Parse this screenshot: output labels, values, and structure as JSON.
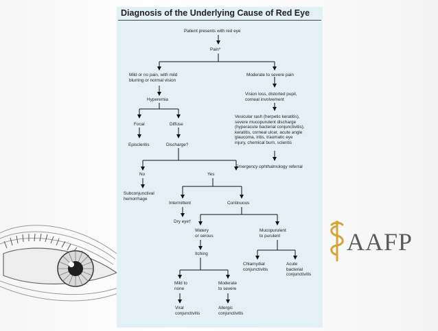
{
  "title": "Diagnosis of the Underlying Cause of Red Eye",
  "nodes": {
    "start": "Patient presents with red eye",
    "pain": "Pain*",
    "mild": "Mild or no pain, with mild\nblurring or normal vision",
    "moderate": "Moderate to severe pain",
    "hyperemia": "Hyperemia",
    "vision_loss": "Vision loss, distorted pupil,\ncorneal involvement",
    "focal": "Focal",
    "diffuse": "Diffuse",
    "severe_list": "Vesicular rash (herpetic keratitis),\nsevere mucopurulent discharge\n(hyperacute bacterial conjunctivitis),\nkeratitis, corneal ulcer, acute angle\nglaucoma, iritis, traumatic eye\ninjury, chemical burn, scleritis",
    "episcleritis": "Episcleritis",
    "discharge": "Discharge?",
    "emergency": "Emergency ophthalmology referral",
    "no": "No",
    "yes": "Yes",
    "subconj": "Subconjunctival\nhemorrhage",
    "intermittent": "Intermittent",
    "continuous": "Continuous",
    "dry_eye": "Dry eye†",
    "watery": "Watery\nor serous",
    "mucopurulent": "Mucopurulent\nto purulent",
    "itching": "Itching",
    "chlamydial": "Chlamydial\nconjunctivitis",
    "acute_bacterial": "Acute\nbacterial\nconjunctivitis",
    "mild_none": "Mild to\nnone",
    "moderate_severe": "Moderate\nto severe",
    "viral": "Viral\nconjunctivitis",
    "allergic": "Allergic\nconjunctivitis"
  },
  "logo": {
    "text": "AAFP",
    "color": "#d7a33a"
  }
}
